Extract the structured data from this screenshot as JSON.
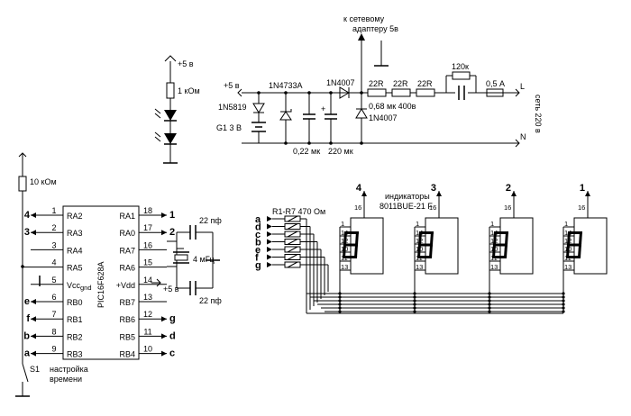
{
  "power": {
    "plus5_led": "+5 в",
    "plus5_main": "+5 в",
    "plus5_mcu": "+5 в",
    "resistor_led": "1 кОм",
    "resistor_pullup": "10 кОм",
    "battery": "G1 3 В",
    "adapter_line1": "к сетевому",
    "adapter_line2": "адаптеру 5в",
    "diode_schottky": "1N5819",
    "zener": "1N4733A",
    "diode_a": "1N4007",
    "diode_b": "1N4007",
    "cap_1": "0,22 мк",
    "cap_2": "220 мк",
    "cap_plus": "+",
    "r1": "22R",
    "r2": "22R",
    "r3": "22R",
    "r_par": "120к",
    "c_mains": "0,68 мк 400в",
    "fuse": "0,5 А",
    "line_l": "L",
    "line_n": "N",
    "mains": "сеть 220 в"
  },
  "mcu": {
    "part": "PIC16F628A",
    "left_pins": [
      {
        "num": "1",
        "name": "RA2",
        "net": "4"
      },
      {
        "num": "2",
        "name": "RA3",
        "net": "3"
      },
      {
        "num": "3",
        "name": "RA4",
        "net": ""
      },
      {
        "num": "4",
        "name": "RA5",
        "net": ""
      },
      {
        "num": "5",
        "name": "Vcc",
        "net": ""
      },
      {
        "num": "6",
        "name": "RB0",
        "net": "e"
      },
      {
        "num": "7",
        "name": "RB1",
        "net": "f"
      },
      {
        "num": "8",
        "name": "RB2",
        "net": "b"
      },
      {
        "num": "9",
        "name": "RB3",
        "net": "a"
      }
    ],
    "vcc_sub": "gnd",
    "right_pins": [
      {
        "num": "18",
        "name": "RA1",
        "net": "1"
      },
      {
        "num": "17",
        "name": "RA0",
        "net": "2"
      },
      {
        "num": "16",
        "name": "RA7",
        "net": ""
      },
      {
        "num": "15",
        "name": "RA6",
        "net": ""
      },
      {
        "num": "14",
        "name": "+Vdd",
        "net": ""
      },
      {
        "num": "13",
        "name": "RB7",
        "net": ""
      },
      {
        "num": "12",
        "name": "RB6",
        "net": "g"
      },
      {
        "num": "11",
        "name": "RB5",
        "net": "d"
      },
      {
        "num": "10",
        "name": "RB4",
        "net": "c"
      }
    ],
    "cap_top": "22 пф",
    "cap_bot": "22 пф",
    "crystal": "4 мГц",
    "switch_ref": "S1",
    "switch_line1": "настройка",
    "switch_line2": "времени"
  },
  "display": {
    "resistors": "R1-R7 470 Ом",
    "part_line1": "индикаторы",
    "part_line2": "8011BUE-21 F",
    "segments_in": [
      "a",
      "d",
      "c",
      "b",
      "e",
      "f",
      "g"
    ],
    "pins": [
      "16",
      "1",
      "14",
      "12",
      "10",
      "11",
      "13"
    ],
    "digits": [
      "4",
      "3",
      "2",
      "1"
    ]
  }
}
